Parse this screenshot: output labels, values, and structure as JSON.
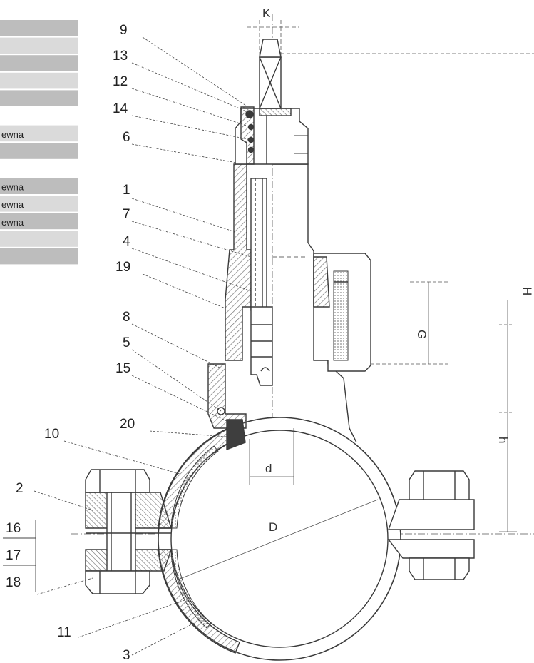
{
  "drawing": {
    "line_color": "#3a3a3a",
    "hatch_color": "#777777",
    "table_shade": "#bdbdbd",
    "table_shade_light": "#dadada"
  },
  "table": {
    "rows": [
      {
        "text": "",
        "shade": "dark"
      },
      {
        "text": "",
        "shade": "light"
      },
      {
        "text": "",
        "shade": "dark"
      },
      {
        "text": "",
        "shade": "light"
      },
      {
        "text": "",
        "shade": "dark"
      },
      {
        "text": "",
        "shade": "none"
      },
      {
        "text": "ewna",
        "shade": "light"
      },
      {
        "text": "",
        "shade": "dark"
      },
      {
        "text": "",
        "shade": "none"
      },
      {
        "text": "ewna",
        "shade": "dark"
      },
      {
        "text": "ewna",
        "shade": "light"
      },
      {
        "text": "ewna",
        "shade": "dark"
      },
      {
        "text": "",
        "shade": "light"
      },
      {
        "text": "",
        "shade": "dark"
      }
    ]
  },
  "callouts": {
    "c9": "9",
    "c13": "13",
    "c12": "12",
    "c14": "14",
    "c6": "6",
    "c1": "1",
    "c7": "7",
    "c4": "4",
    "c19": "19",
    "c8": "8",
    "c5": "5",
    "c15": "15",
    "c20": "20",
    "c10": "10",
    "c2": "2",
    "c16": "16",
    "c17": "17",
    "c18": "18",
    "c11": "11",
    "c3": "3"
  },
  "dimensions": {
    "K": "K",
    "G": "G",
    "H": "H",
    "h": "h",
    "d": "d",
    "D": "D"
  }
}
